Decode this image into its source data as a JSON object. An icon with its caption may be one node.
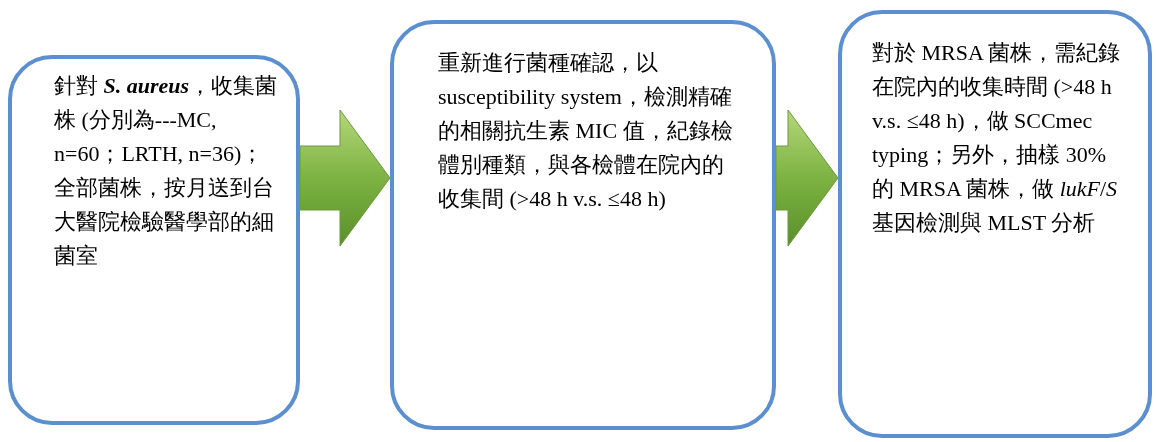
{
  "diagram": {
    "nodes": [
      {
        "text": [
          "針對 **S. aureus**，收集菌株 (分別為---MC, n=60；LRTH, n=36)；全部菌株，按月送到台大醫院檢驗醫學部的細菌室"
        ]
      },
      {
        "text": [
          "重新進行菌種確認，以 susceptibility system，檢測精確的相關抗生素 MIC 值，紀錄檢體別種類，與各檢體在院內的收集間 (>48 h v.s. ≤48 h)"
        ]
      },
      {
        "text": [
          "對於 MRSA 菌株，需紀錄在院內的收集時間 (>48 h v.s. ≤48 h)，做 SCCmec typing；另外，抽樣 30%的 MRSA 菌株，做 *lukF*/*S* 基因檢測與 MLST 分析"
        ]
      }
    ],
    "edges": [
      {
        "from": 0,
        "to": 1,
        "arrow": "to"
      },
      {
        "from": 1,
        "to": 2,
        "arrow": "to"
      }
    ]
  }
}
